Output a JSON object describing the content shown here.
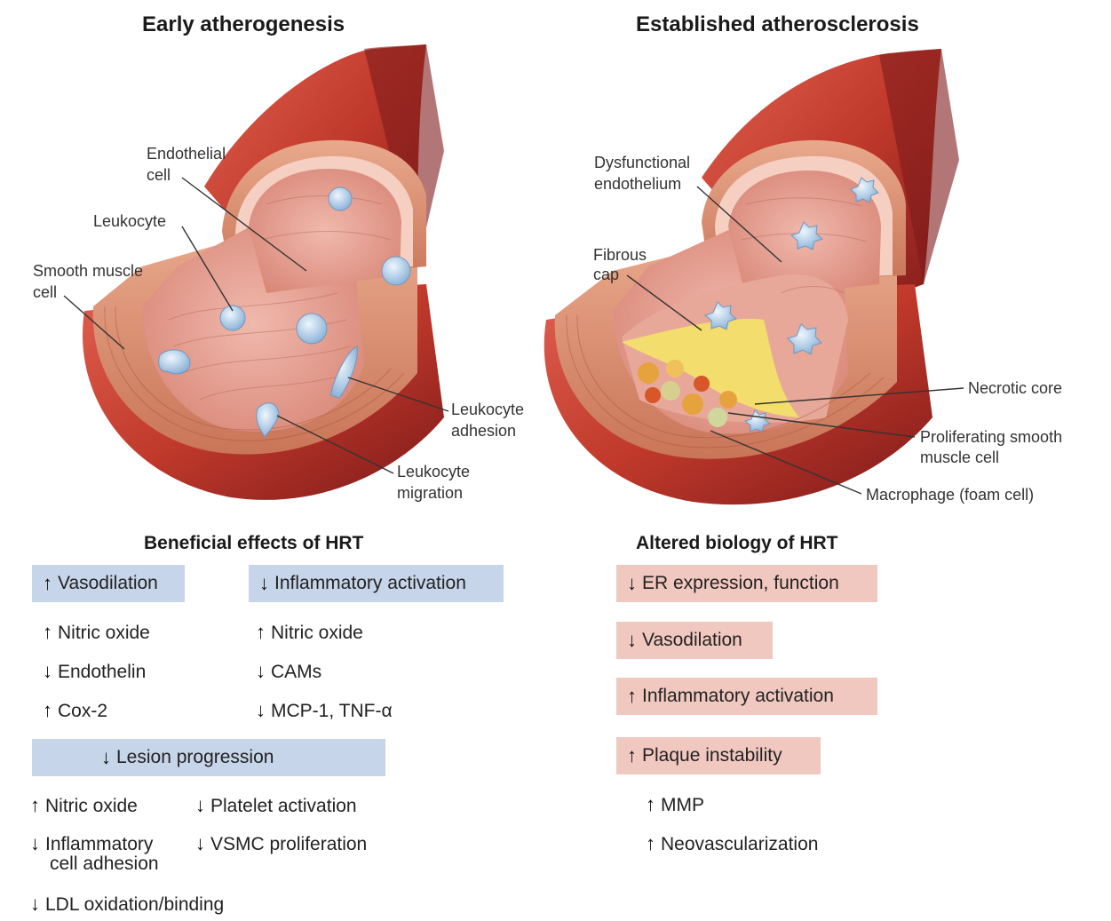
{
  "colors": {
    "vessel_outer": "#c0392b",
    "vessel_dark": "#8e1e1e",
    "vessel_wall": "#d98b6c",
    "intima": "#f3c0b6",
    "lumen": "#e7a79b",
    "cell": "#a9c9e6",
    "fibrous_cap": "#f3df6a",
    "blue_box": "#c7d5ea",
    "pink_box": "#f1c8c0"
  },
  "left_panel": {
    "title": "Early atherogenesis",
    "labels": {
      "endothelial_1": "Endothelial",
      "endothelial_2": "cell",
      "leukocyte": "Leukocyte",
      "smooth_1": "Smooth muscle",
      "smooth_2": "cell",
      "adhesion_1": "Leukocyte",
      "adhesion_2": "adhesion",
      "migration_1": "Leukocyte",
      "migration_2": "migration"
    }
  },
  "right_panel": {
    "title": "Established atherosclerosis",
    "labels": {
      "dysfunctional_1": "Dysfunctional",
      "dysfunctional_2": "endothelium",
      "fibrous_1": "Fibrous",
      "fibrous_2": "cap",
      "necrotic": "Necrotic core",
      "proliferating_1": "Proliferating smooth",
      "proliferating_2": "muscle cell",
      "macrophage": "Macrophage (foam cell)"
    }
  },
  "beneficial": {
    "heading": "Beneficial effects of HRT",
    "vasodilation": {
      "label": "Vasodilation",
      "arrow": "↑",
      "items": [
        {
          "arrow": "↑",
          "text": "Nitric oxide"
        },
        {
          "arrow": "↓",
          "text": "Endothelin"
        },
        {
          "arrow": "↑",
          "text": "Cox-2"
        }
      ]
    },
    "inflammatory": {
      "label": "Inflammatory activation",
      "arrow": "↓",
      "items": [
        {
          "arrow": "↑",
          "text": "Nitric oxide"
        },
        {
          "arrow": "↓",
          "text": "CAMs"
        },
        {
          "arrow": "↓",
          "text": "MCP-1, TNF-α"
        }
      ]
    },
    "lesion": {
      "label": "Lesion progression",
      "arrow": "↓",
      "items": [
        {
          "arrow": "↑",
          "text": "Nitric oxide"
        },
        {
          "arrow": "↓",
          "text": "Platelet activation"
        },
        {
          "arrow": "↓",
          "text": "Inflammatory"
        },
        {
          "arrow": "",
          "text": "cell adhesion"
        },
        {
          "arrow": "↓",
          "text": "VSMC proliferation"
        },
        {
          "arrow": "↓",
          "text": "LDL oxidation/binding"
        }
      ]
    }
  },
  "altered": {
    "heading": "Altered biology of HRT",
    "boxes": [
      {
        "arrow": "↓",
        "label": "ER expression, function"
      },
      {
        "arrow": "↓",
        "label": "Vasodilation"
      },
      {
        "arrow": "↑",
        "label": "Inflammatory activation"
      },
      {
        "arrow": "↑",
        "label": "Plaque instability"
      }
    ],
    "items": [
      {
        "arrow": "↑",
        "text": "MMP"
      },
      {
        "arrow": "↑",
        "text": "Neovascularization"
      }
    ]
  }
}
